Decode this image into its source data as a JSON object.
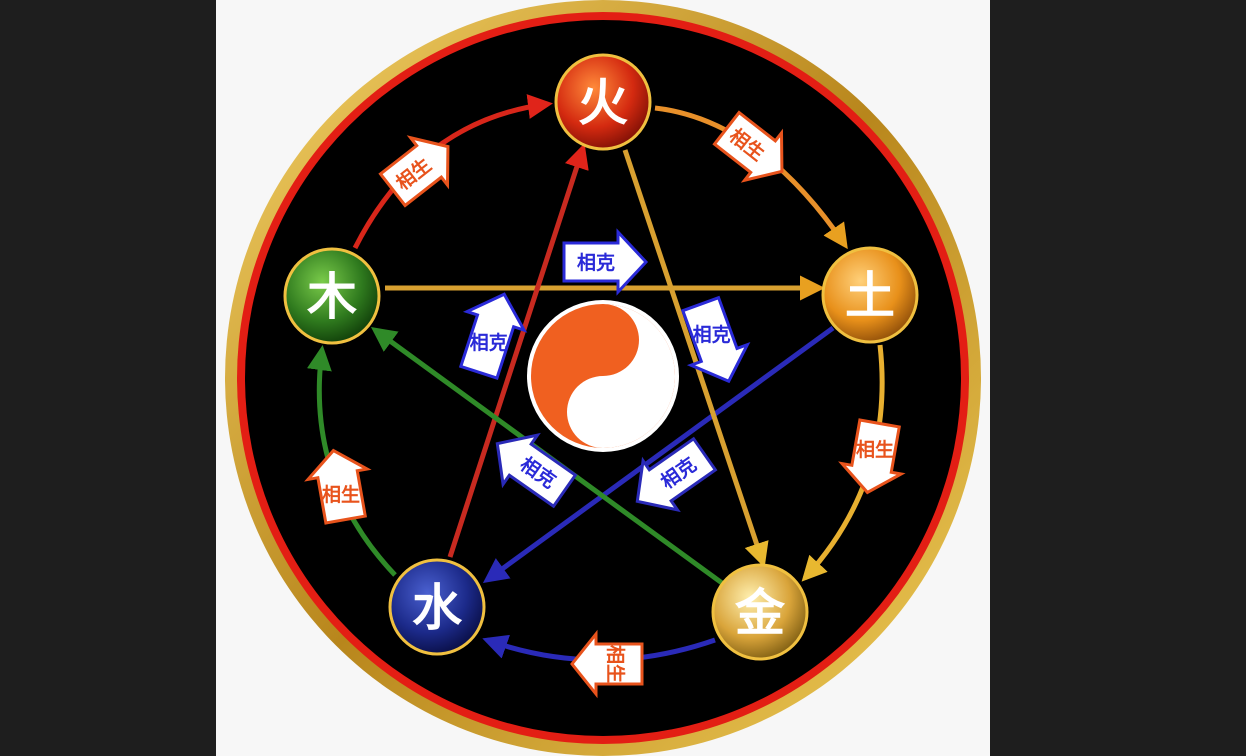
{
  "elements": {
    "fire": "火",
    "earth": "土",
    "metal": "金",
    "water": "水",
    "wood": "木"
  },
  "labels": {
    "generating": "相生",
    "overcoming": "相克"
  },
  "colors": {
    "fire": "#d42a10",
    "earth": "#e8901a",
    "metal": "#d9a43a",
    "water": "#1c2a8a",
    "wood": "#2f7a1e",
    "generating_label": "#e8531c",
    "overcoming_label": "#2a2ad8",
    "ring_gold": "#d8a82a",
    "ring_red": "#e31e14"
  }
}
